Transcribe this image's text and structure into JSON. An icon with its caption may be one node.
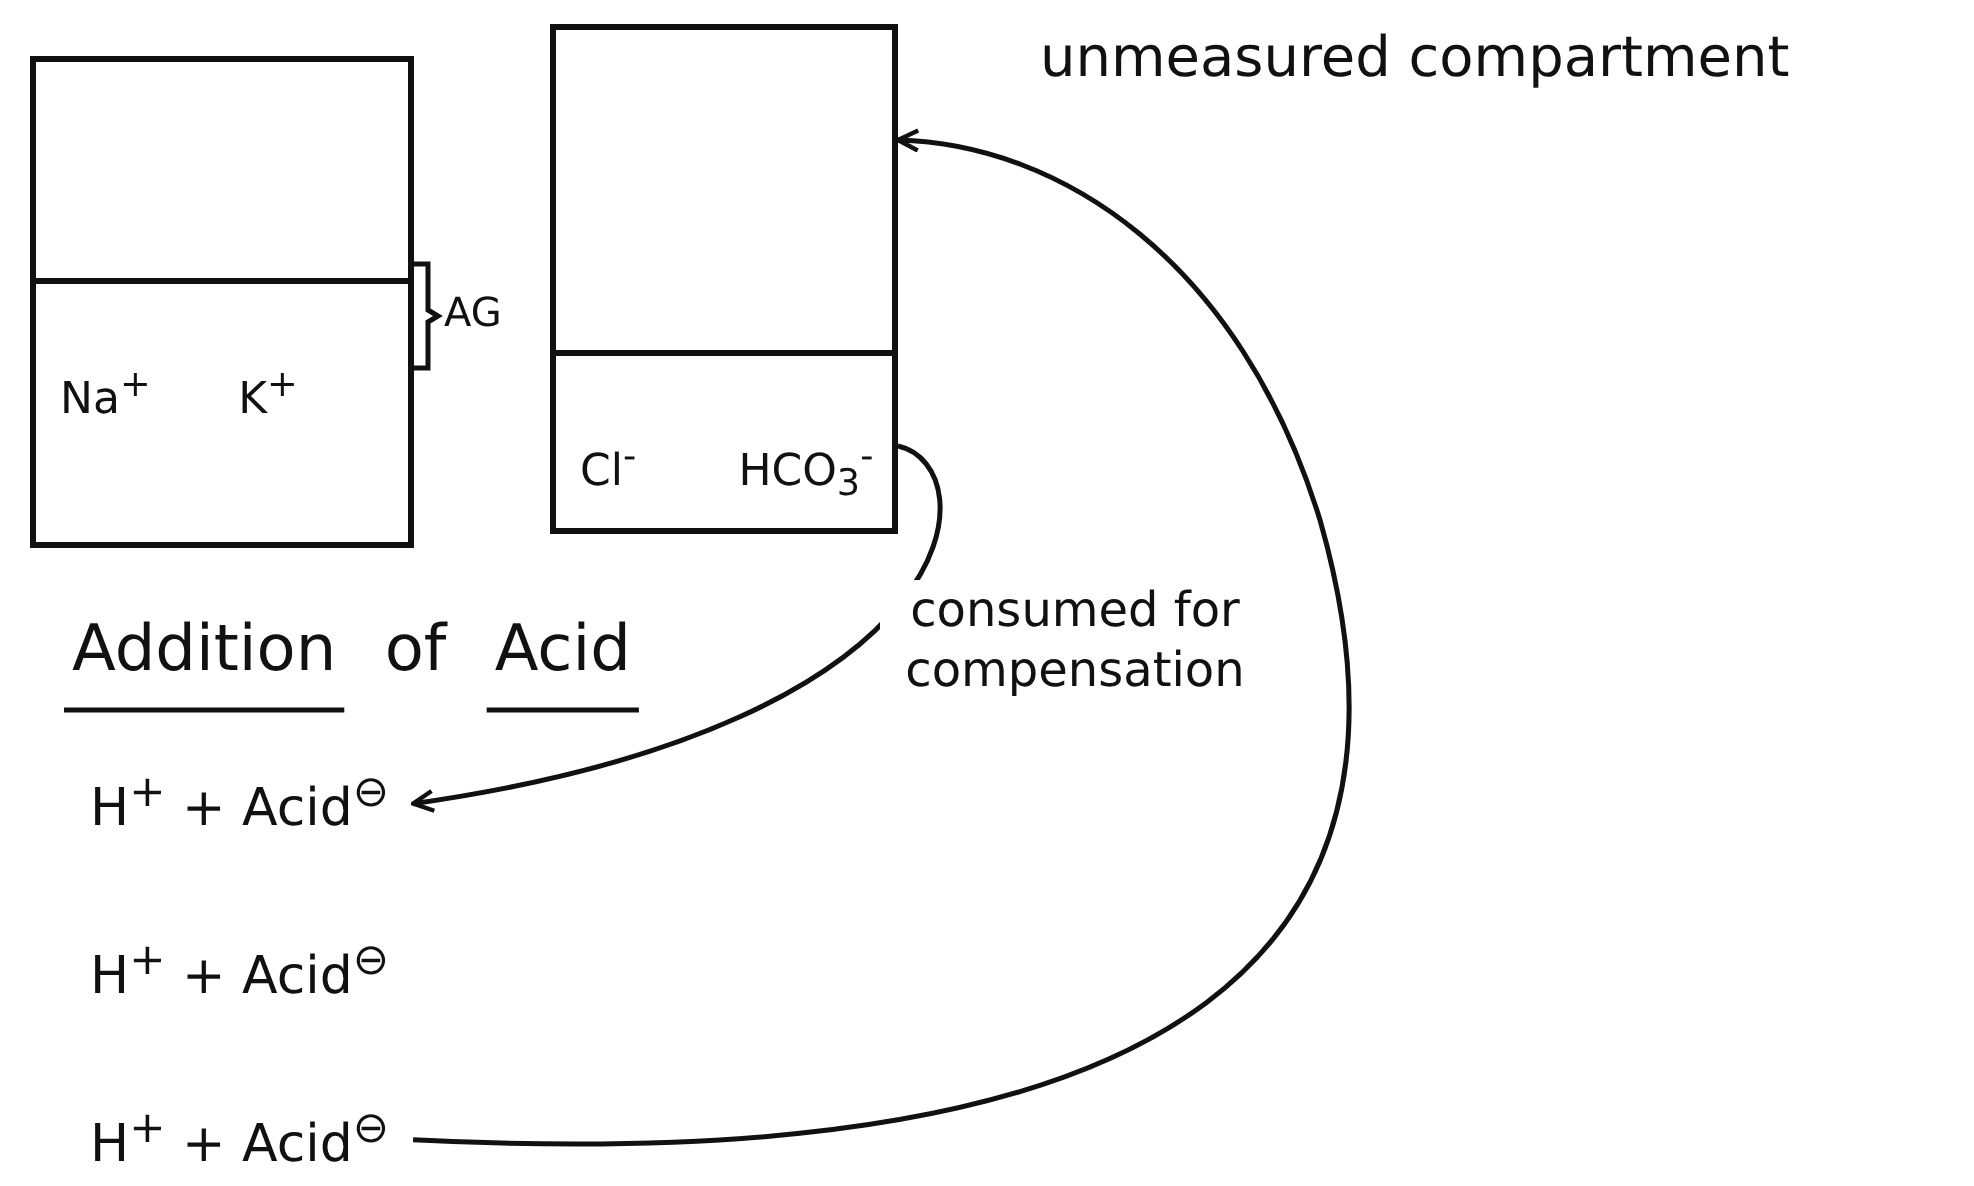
{
  "diagram": {
    "title": "Addition of Acid",
    "nodes": [
      {
        "text": [],
        "shape": "box"
      },
      {
        "text": [
          "Na$^{+}$",
          "K$^{+}$"
        ]
      },
      {
        "text": [],
        "shape": "box"
      },
      {
        "text": [
          "Cl$^{-}$",
          "HCO$_{3}$$^{-}$"
        ]
      },
      {
        "text": [
          "H$^{+}$ + Acid$^{⊖}$"
        ]
      },
      {
        "text": [
          "H$^{+}$ + Acid$^{⊖}$"
        ]
      },
      {
        "text": [
          "H$^{+}$ + Acid$^{⊖}$"
        ]
      }
    ],
    "edges": [
      {
        "from": 3,
        "to": 4,
        "arrow": "to",
        "label": "consumed for compensation"
      },
      {
        "from": 6,
        "to": 2,
        "arrow": "to"
      }
    ],
    "labels": [
      "AG",
      "unmeasured compartment"
    ]
  }
}
